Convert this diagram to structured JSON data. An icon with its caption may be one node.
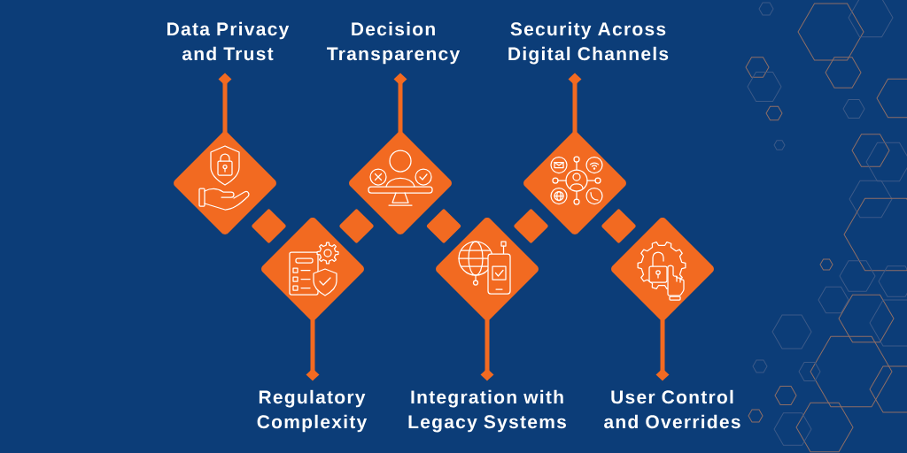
{
  "diagram": {
    "nodes": [
      {
        "text": [
          "Data Privacy and Trust"
        ]
      },
      {
        "text": [
          "Decision Transparency"
        ]
      },
      {
        "text": [
          "Security Across Digital Channels"
        ]
      },
      {
        "text": [],
        "shape": "diamond"
      },
      {
        "text": [],
        "shape": "diamond"
      },
      {
        "text": [],
        "shape": "diamond"
      },
      {
        "text": [],
        "shape": "diamond"
      },
      {
        "text": [],
        "shape": "diamond"
      },
      {
        "text": [],
        "shape": "diamond"
      },
      {
        "text": [],
        "shape": "diamond"
      },
      {
        "text": [],
        "shape": "diamond"
      },
      {
        "text": [],
        "shape": "diamond"
      },
      {
        "text": [],
        "shape": "diamond"
      },
      {
        "text": [],
        "shape": "diamond"
      },
      {
        "text": [
          "Regulatory Complexity"
        ]
      },
      {
        "text": [
          "Integration with Legacy Systems"
        ]
      },
      {
        "text": [
          "User Control and Overrides"
        ]
      }
    ],
    "edges": [
      {
        "from": 0,
        "to": 3,
        "arrow": "other"
      },
      {
        "from": 1,
        "to": 7,
        "arrow": "other"
      },
      {
        "from": 2,
        "to": 11,
        "arrow": "other"
      },
      {
        "from": 14,
        "to": 5,
        "arrow": "other"
      },
      {
        "from": 15,
        "to": 9,
        "arrow": "other"
      },
      {
        "from": 16,
        "to": 13,
        "arrow": "other"
      }
    ]
  }
}
